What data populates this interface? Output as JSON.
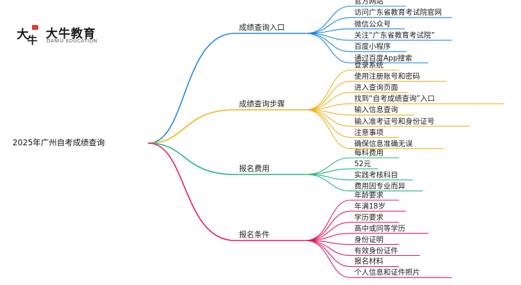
{
  "logo": {
    "name_cn": "大牛教育",
    "name_en": "DANIU EDUCATION",
    "mark_text": "大牛"
  },
  "colors": {
    "blue": "#1e88e5",
    "orange": "#f2b21c",
    "green": "#21b87a",
    "pink": "#e7195e"
  },
  "root": "2025年广州自考成绩查询",
  "branches": [
    {
      "label": "成绩查询入口",
      "color": "blue",
      "leaves": [
        "官方网站",
        "访问广东省教育考试院官网",
        "微信公众号",
        "关注“广东省教育考试院”",
        "百度小程序",
        "通过百度App搜索"
      ]
    },
    {
      "label": "成绩查询步骤",
      "color": "orange",
      "leaves": [
        "登录系统",
        "使用注册账号和密码",
        "进入查询页面",
        "找到“自考成绩查询”入口",
        "输入信息查询",
        "输入准考证号和身份证号",
        "注意事项",
        "确保信息准确无误"
      ]
    },
    {
      "label": "报名费用",
      "color": "green",
      "leaves": [
        "每科费用",
        "52元",
        "实践考核科目",
        "费用因专业而异"
      ]
    },
    {
      "label": "报名条件",
      "color": "pink",
      "leaves": [
        "年龄要求",
        "年满18岁",
        "学历要求",
        "高中或同等学历",
        "身份证明",
        "有效身份证件",
        "报名材料",
        "个人信息和证件照片"
      ]
    }
  ]
}
